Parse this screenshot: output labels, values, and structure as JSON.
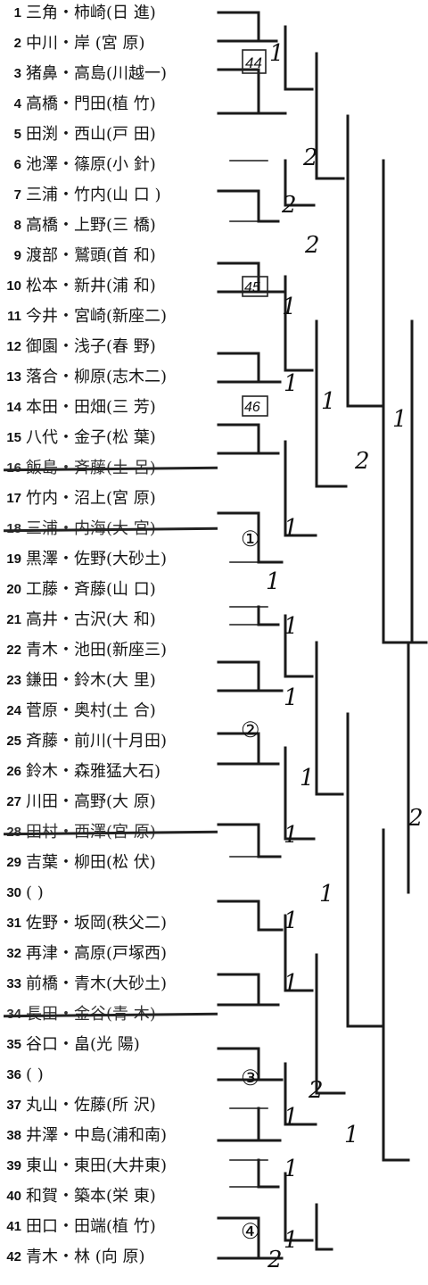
{
  "entries": [
    {
      "n": "1",
      "text": "三角・柿崎(日 進)",
      "struck": false
    },
    {
      "n": "2",
      "text": "中川・岸 (宮 原)",
      "struck": false
    },
    {
      "n": "3",
      "text": "猪鼻・高島(川越一)",
      "struck": false
    },
    {
      "n": "4",
      "text": "高橋・門田(植 竹)",
      "struck": false
    },
    {
      "n": "5",
      "text": "田渕・西山(戸 田)",
      "struck": false
    },
    {
      "n": "6",
      "text": "池澤・篠原(小 針)",
      "struck": false
    },
    {
      "n": "7",
      "text": "三浦・竹内(山 口 )",
      "struck": false
    },
    {
      "n": "8",
      "text": "高橋・上野(三 橋)",
      "struck": false
    },
    {
      "n": "9",
      "text": "渡部・鷲頭(首 和)",
      "struck": false
    },
    {
      "n": "10",
      "text": "松本・新井(浦 和)",
      "struck": false
    },
    {
      "n": "11",
      "text": "今井・宮崎(新座二)",
      "struck": false
    },
    {
      "n": "12",
      "text": "御園・浅子(春 野)",
      "struck": false
    },
    {
      "n": "13",
      "text": "落合・柳原(志木二)",
      "struck": false
    },
    {
      "n": "14",
      "text": "本田・田畑(三 芳)",
      "struck": false
    },
    {
      "n": "15",
      "text": "八代・金子(松 葉)",
      "struck": false
    },
    {
      "n": "16",
      "text": "飯島・斉藤(土 呂)",
      "struck": true
    },
    {
      "n": "17",
      "text": "竹内・沼上(宮 原)",
      "struck": false
    },
    {
      "n": "18",
      "text": "三浦・内海(大 宮)",
      "struck": true
    },
    {
      "n": "19",
      "text": "黒澤・佐野(大砂土)",
      "struck": false
    },
    {
      "n": "20",
      "text": "工藤・斉藤(山 口)",
      "struck": false
    },
    {
      "n": "21",
      "text": "高井・古沢(大 和)",
      "struck": false
    },
    {
      "n": "22",
      "text": "青木・池田(新座三)",
      "struck": false
    },
    {
      "n": "23",
      "text": "鎌田・鈴木(大 里)",
      "struck": false
    },
    {
      "n": "24",
      "text": "菅原・奥村(土 合)",
      "struck": false
    },
    {
      "n": "25",
      "text": "斉藤・前川(十月田)",
      "struck": false
    },
    {
      "n": "26",
      "text": "鈴木・森雅猛大石)",
      "struck": false
    },
    {
      "n": "27",
      "text": "川田・高野(大 原)",
      "struck": false
    },
    {
      "n": "28",
      "text": "田村・西澤(宮 原)",
      "struck": true
    },
    {
      "n": "29",
      "text": "吉葉・柳田(松 伏)",
      "struck": false
    },
    {
      "n": "30",
      "text": "( )",
      "struck": false
    },
    {
      "n": "31",
      "text": "佐野・坂岡(秩父二)",
      "struck": false
    },
    {
      "n": "32",
      "text": "再津・高原(戸塚西)",
      "struck": false
    },
    {
      "n": "33",
      "text": "前橋・青木(大砂土)",
      "struck": false
    },
    {
      "n": "34",
      "text": "長田・金谷(青 木)",
      "struck": true
    },
    {
      "n": "35",
      "text": "谷口・畠(光 陽)",
      "struck": false
    },
    {
      "n": "36",
      "text": "( )",
      "struck": false
    },
    {
      "n": "37",
      "text": "丸山・佐藤(所 沢)",
      "struck": false
    },
    {
      "n": "38",
      "text": "井澤・中島(浦和南)",
      "struck": false
    },
    {
      "n": "39",
      "text": "東山・東田(大井東)",
      "struck": false
    },
    {
      "n": "40",
      "text": "和賀・築本(栄 東)",
      "struck": false
    },
    {
      "n": "41",
      "text": "田口・田端(植 竹)",
      "struck": false
    },
    {
      "n": "42",
      "text": "青木・林 (向 原)",
      "struck": false
    }
  ],
  "marks": {
    "m44": "44",
    "m45": "45",
    "m46": "46",
    "c1": "①",
    "c2": "②",
    "c3": "③",
    "c4": "④",
    "s1": "1",
    "s2": "2",
    "s3": "2",
    "s4": "2",
    "s5": "1",
    "s6": "1",
    "s7": "1",
    "s8": "1",
    "s9": "2",
    "s10": "1",
    "s11": "1",
    "s12": "1",
    "s13": "1",
    "s14": "1",
    "s15": "1",
    "s16": "2",
    "s17": "1",
    "s18": "1",
    "s19": "1",
    "s20": "2",
    "s21": "1",
    "s22": "1",
    "s23": "1",
    "s24": "1",
    "s25": "2"
  }
}
